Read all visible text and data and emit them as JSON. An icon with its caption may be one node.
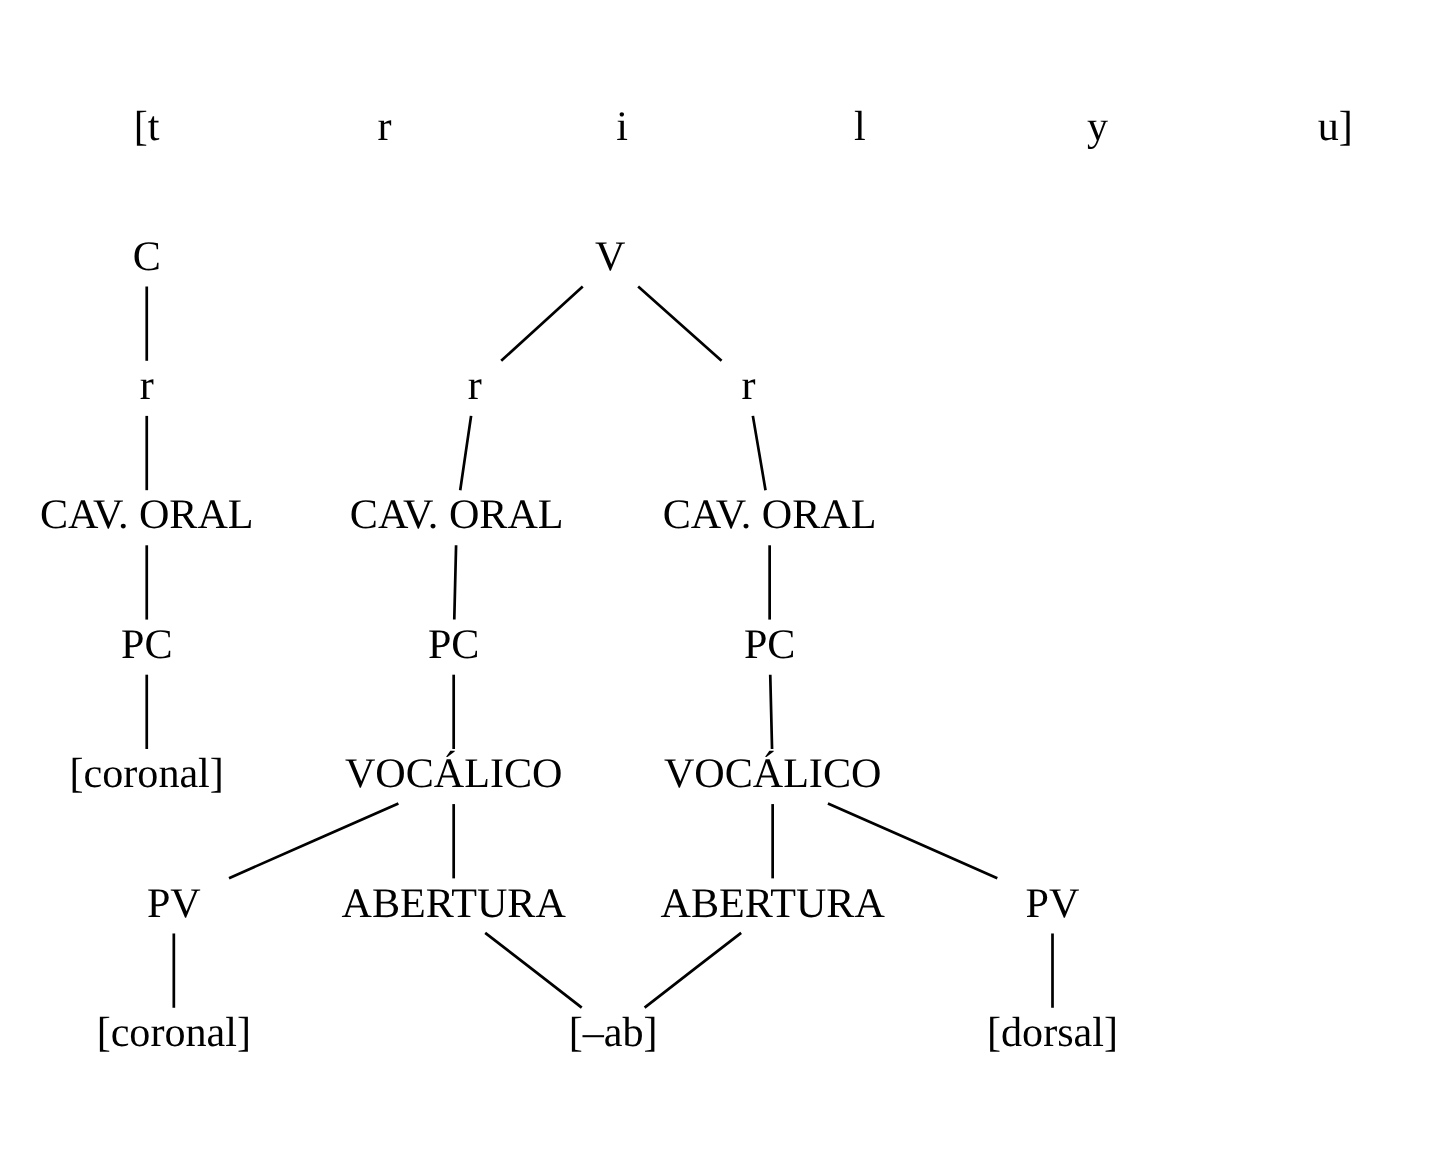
{
  "diagram": {
    "nodes": [
      {
        "text": [
          "C"
        ]
      },
      {
        "text": [
          "r"
        ]
      },
      {
        "text": [
          "CAV. ORAL"
        ]
      },
      {
        "text": [
          "PC"
        ]
      },
      {
        "text": [
          "[coronal]"
        ]
      },
      {
        "text": [
          "V"
        ]
      },
      {
        "text": [
          "r"
        ]
      },
      {
        "text": [
          "r"
        ]
      },
      {
        "text": [
          "CAV. ORAL"
        ]
      },
      {
        "text": [
          "CAV. ORAL"
        ]
      },
      {
        "text": [
          "PC"
        ]
      },
      {
        "text": [
          "PC"
        ]
      },
      {
        "text": [
          "VOCÁLICO"
        ]
      },
      {
        "text": [
          "VOCÁLICO"
        ]
      },
      {
        "text": [
          "PV"
        ]
      },
      {
        "text": [
          "ABERTURA"
        ]
      },
      {
        "text": [
          "ABERTURA"
        ]
      },
      {
        "text": [
          "PV"
        ]
      },
      {
        "text": [
          "[coronal]"
        ]
      },
      {
        "text": [
          "[dorsal]"
        ]
      },
      {
        "text": [
          "[–ab]"
        ]
      }
    ],
    "edges": [
      {
        "from": 0,
        "to": 1,
        "arrow": "none"
      },
      {
        "from": 1,
        "to": 2,
        "arrow": "none"
      },
      {
        "from": 2,
        "to": 3,
        "arrow": "none"
      },
      {
        "from": 3,
        "to": 4,
        "arrow": "none"
      },
      {
        "from": 5,
        "to": 6,
        "arrow": "none"
      },
      {
        "from": 5,
        "to": 7,
        "arrow": "none"
      },
      {
        "from": 6,
        "to": 8,
        "arrow": "none"
      },
      {
        "from": 7,
        "to": 9,
        "arrow": "none"
      },
      {
        "from": 8,
        "to": 10,
        "arrow": "none"
      },
      {
        "from": 9,
        "to": 11,
        "arrow": "none"
      },
      {
        "from": 10,
        "to": 12,
        "arrow": "none"
      },
      {
        "from": 11,
        "to": 13,
        "arrow": "none"
      },
      {
        "from": 12,
        "to": 14,
        "arrow": "none"
      },
      {
        "from": 12,
        "to": 15,
        "arrow": "none"
      },
      {
        "from": 13,
        "to": 16,
        "arrow": "none"
      },
      {
        "from": 13,
        "to": 17,
        "arrow": "none"
      },
      {
        "from": 14,
        "to": 18,
        "arrow": "none"
      },
      {
        "from": 17,
        "to": 19,
        "arrow": "none"
      },
      {
        "from": 15,
        "to": 20,
        "arrow": "none"
      },
      {
        "from": 16,
        "to": 20,
        "arrow": "none"
      }
    ],
    "labels": [
      "[t",
      "r",
      "i",
      "l",
      "y",
      "u]"
    ]
  }
}
